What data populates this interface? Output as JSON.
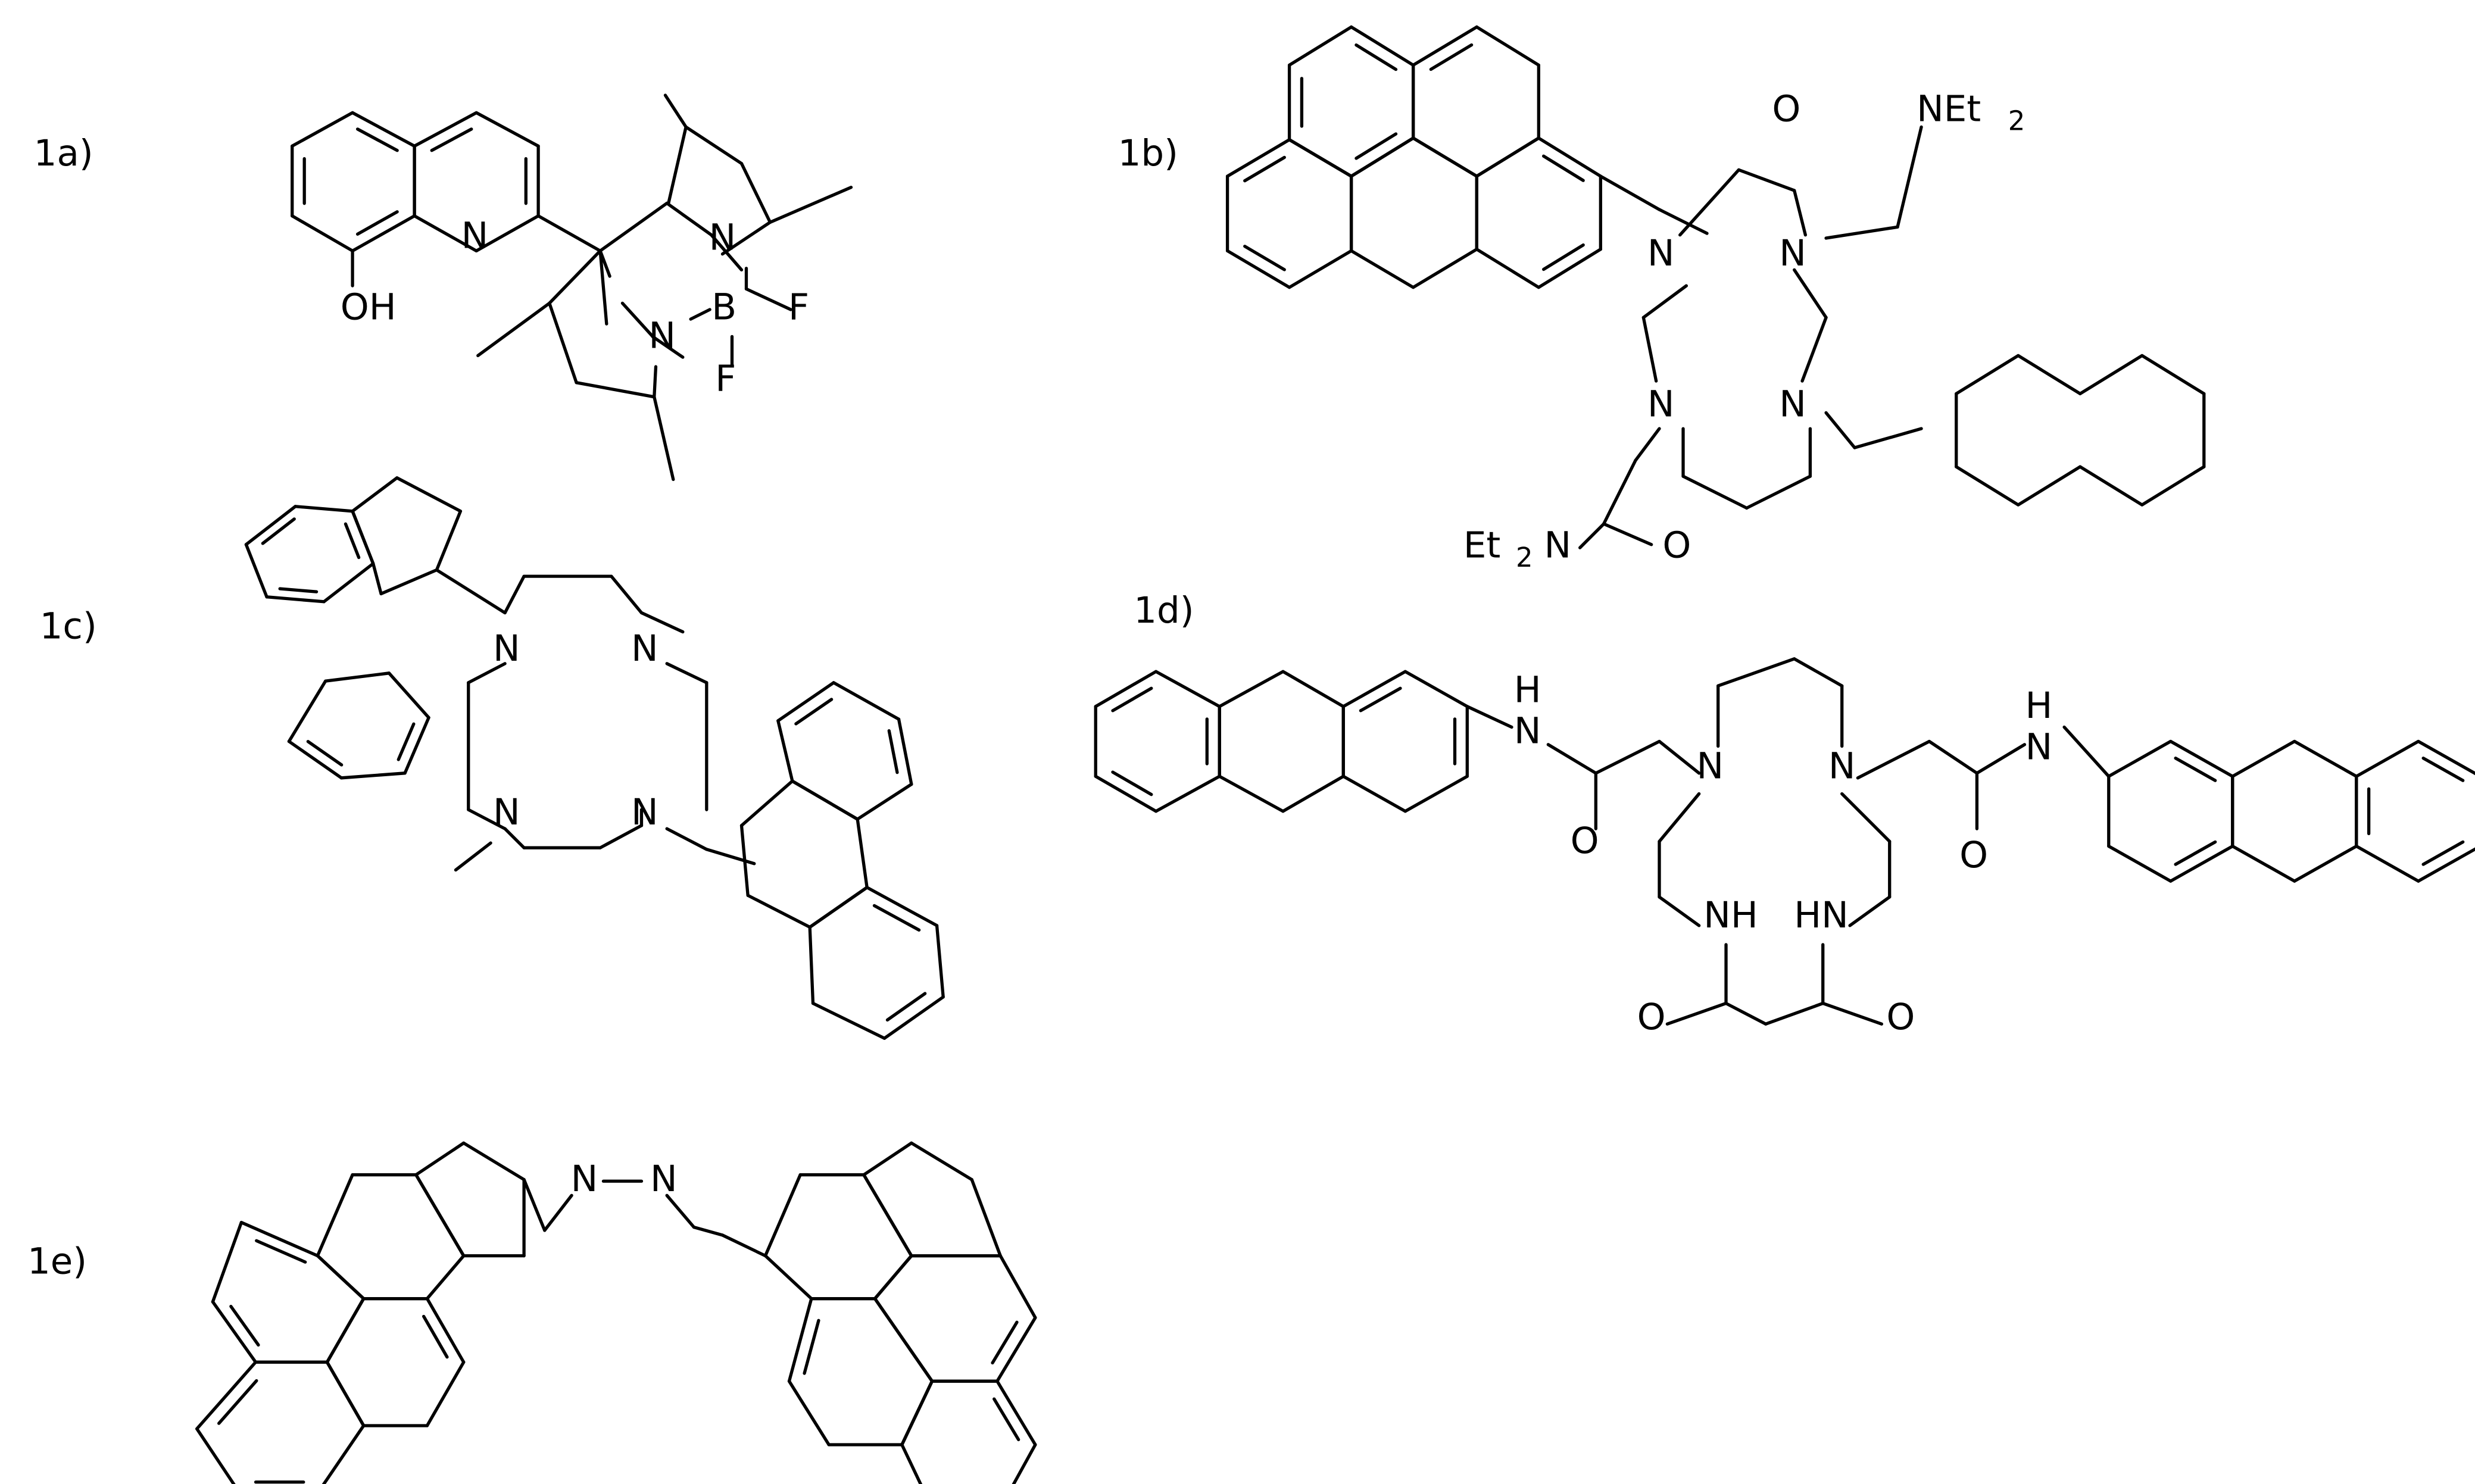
{
  "panels": [
    {
      "label": "1a)",
      "atoms": [
        "N",
        "OH",
        "N",
        "N",
        "B",
        "F",
        "F"
      ]
    },
    {
      "label": "1b)",
      "atoms": [
        "N",
        "N",
        "N",
        "N",
        "O",
        "NEt",
        "2",
        "Et",
        "2",
        "N",
        "O"
      ]
    },
    {
      "label": "1c)",
      "atoms": [
        "N",
        "N",
        "N",
        "N"
      ]
    },
    {
      "label": "1d)",
      "atoms": [
        "N",
        "N",
        "NH",
        "HN",
        "O",
        "O",
        "H",
        "N",
        "O",
        "H",
        "N",
        "O"
      ]
    },
    {
      "label": "1e)",
      "atoms": [
        "N",
        "N"
      ]
    }
  ]
}
